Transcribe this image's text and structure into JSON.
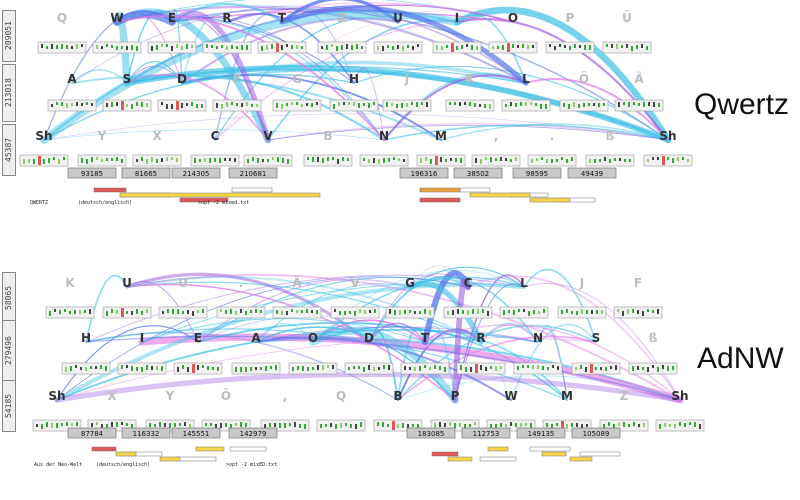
{
  "layouts": [
    {
      "id": "qwertz",
      "title": "Qwertz",
      "caption_left": "QWERTZ",
      "caption_mid": "(deutsch/englisch)",
      "caption_right": ">opt -2 mixed.txt",
      "side_values": [
        "209051",
        "213018",
        "45387"
      ],
      "rows": [
        {
          "keys": [
            "Q",
            "W",
            "E",
            "R",
            "T",
            "Z",
            "U",
            "I",
            "O",
            "P",
            "Ü"
          ],
          "active": [
            false,
            true,
            true,
            true,
            true,
            false,
            true,
            true,
            true,
            false,
            false
          ]
        },
        {
          "keys": [
            "A",
            "S",
            "D",
            "F",
            "G",
            "H",
            "J",
            "K",
            "L",
            "Ö",
            "Ä"
          ],
          "active": [
            true,
            true,
            true,
            false,
            false,
            true,
            false,
            false,
            true,
            false,
            false
          ]
        },
        {
          "keys": [
            "Sh",
            "Y",
            "X",
            "C",
            "V",
            "B",
            "N",
            "M",
            ",",
            ".",
            "ß",
            "Sh"
          ],
          "active": [
            true,
            false,
            false,
            true,
            true,
            false,
            true,
            true,
            false,
            false,
            false,
            true
          ]
        }
      ],
      "finger_totals": [
        "93185",
        "81665",
        "214305",
        "210681",
        "196316",
        "38502",
        "98595",
        "49439"
      ]
    },
    {
      "id": "adnw",
      "title": "AdNW",
      "caption_left": "Aus der Neo-Welt",
      "caption_mid": "(deutsch/englisch)",
      "caption_right": ">opt -2 mixED.txt",
      "side_values": [
        "58065",
        "279496",
        "54185"
      ],
      "rows": [
        {
          "keys": [
            "K",
            "U",
            "Ü",
            ".",
            "Ä",
            "V",
            "G",
            "C",
            "L",
            "J",
            "F"
          ],
          "active": [
            false,
            true,
            false,
            false,
            false,
            false,
            true,
            true,
            true,
            false,
            false
          ]
        },
        {
          "keys": [
            "H",
            "I",
            "E",
            "A",
            "O",
            "D",
            "T",
            "R",
            "N",
            "S",
            "ß"
          ],
          "active": [
            true,
            true,
            true,
            true,
            true,
            true,
            true,
            true,
            true,
            true,
            false
          ]
        },
        {
          "keys": [
            "Sh",
            "X",
            "Y",
            "Ö",
            ",",
            "Q",
            "B",
            "P",
            "W",
            "M",
            "Z",
            "Sh"
          ],
          "active": [
            true,
            false,
            false,
            false,
            false,
            false,
            true,
            true,
            true,
            true,
            false,
            true
          ]
        }
      ],
      "finger_totals": [
        "87784",
        "116332",
        "145551",
        "142979",
        "183085",
        "112753",
        "149135",
        "105089"
      ]
    }
  ],
  "colors": {
    "cyan": "#3fc0e6",
    "violet": "#9b59e0",
    "magenta": "#e27ce6",
    "blue": "#4f6fe8",
    "key_active": "#333333",
    "key_inactive": "#bdbdbd",
    "bar_yellow": "#f6d648",
    "bar_orange": "#e7a23a",
    "bar_red": "#e15757"
  }
}
